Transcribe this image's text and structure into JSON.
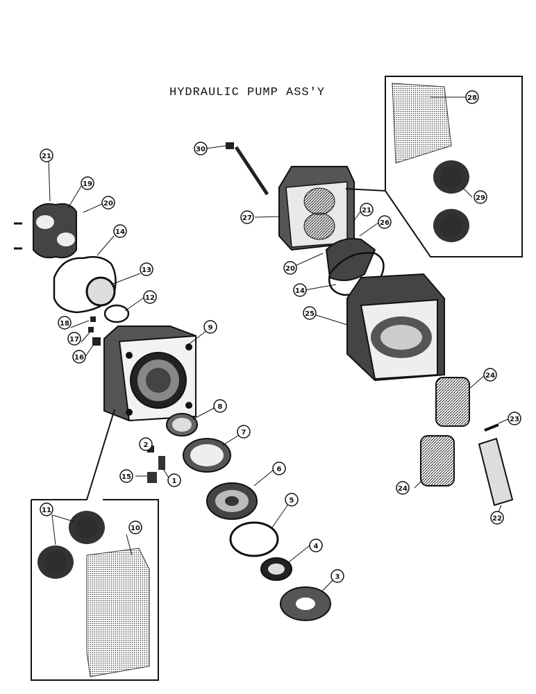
{
  "title": "HYDRAULIC PUMP ASS'Y",
  "callouts": [
    "1",
    "2",
    "3",
    "4",
    "5",
    "6",
    "7",
    "8",
    "9",
    "10",
    "11",
    "12",
    "13",
    "14",
    "14",
    "15",
    "16",
    "17",
    "18",
    "19",
    "20",
    "20",
    "21",
    "21",
    "22",
    "23",
    "24",
    "24",
    "25",
    "26",
    "27",
    "28",
    "29",
    "30"
  ],
  "parts": {
    "p1": "1",
    "p2": "2",
    "p3": "3",
    "p4": "4",
    "p5": "5",
    "p6": "6",
    "p7": "7",
    "p8": "8",
    "p9": "9",
    "p10": "10",
    "p11": "11",
    "p12": "12",
    "p13": "13",
    "p14a": "14",
    "p14b": "14",
    "p15": "15",
    "p16": "16",
    "p17": "17",
    "p18": "18",
    "p19": "19",
    "p20a": "20",
    "p20b": "20",
    "p21a": "21",
    "p21b": "21",
    "p22": "22",
    "p23": "23",
    "p24a": "24",
    "p24b": "24",
    "p25": "25",
    "p26": "26",
    "p27": "27",
    "p28": "28",
    "p29": "29",
    "p30": "30"
  }
}
